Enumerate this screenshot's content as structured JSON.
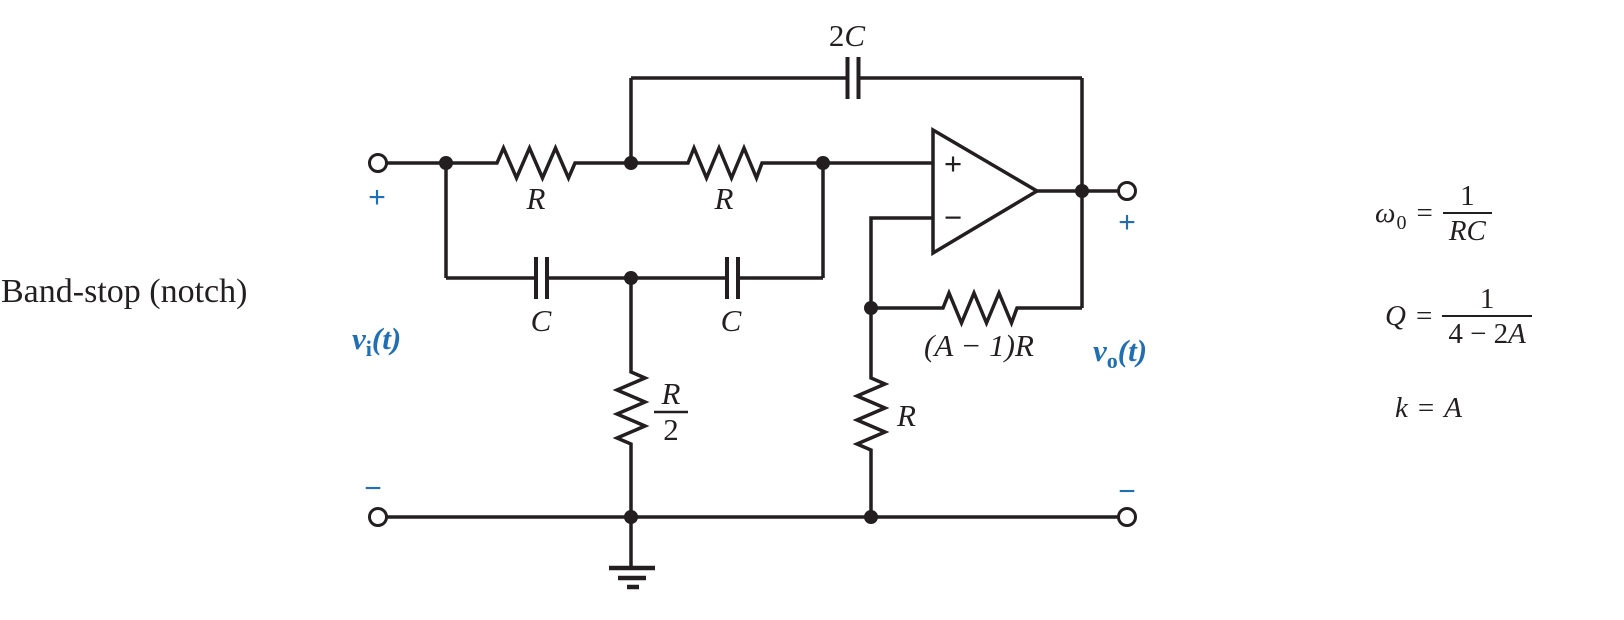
{
  "family_label": "Band-stop (notch)",
  "colors": {
    "wire": "#231f20",
    "accent": "#1f6fb2"
  },
  "circuit": {
    "input": {
      "plus": "+",
      "minus": "−",
      "v_base": "v",
      "v_sub": "i",
      "v_arg": "(t)"
    },
    "output": {
      "plus": "+",
      "minus": "−",
      "v_base": "v",
      "v_sub": "o",
      "v_arg": "(t)"
    },
    "opamp": {
      "plus": "+",
      "minus": "−"
    },
    "resistors": {
      "r1": "R",
      "r2": "R",
      "r_mid_num": "R",
      "r_mid_den": "2",
      "r_feedback": "(A − 1)R",
      "r_ground": "R"
    },
    "capacitors": {
      "c1": "C",
      "c2": "C",
      "top_prefix": "2",
      "top_base": "C"
    }
  },
  "formulas": {
    "omega0": {
      "lhs_base": "ω",
      "lhs_sub": "0",
      "eq": "=",
      "num": "1",
      "den": "RC"
    },
    "q": {
      "lhs": "Q",
      "eq": "=",
      "num": "1",
      "den_prefix": "4 − 2",
      "den_var": "A"
    },
    "k": {
      "lhs": "k",
      "eq": "=",
      "rhs": "A"
    }
  }
}
